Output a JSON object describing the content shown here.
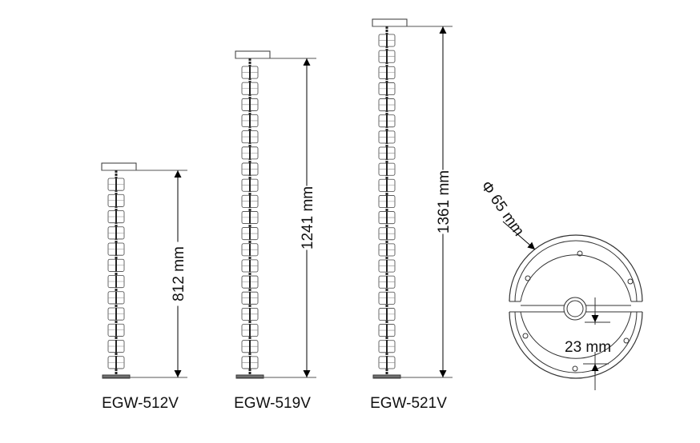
{
  "models": [
    {
      "name": "EGW-512V",
      "height_label": "812 mm",
      "segments": 12
    },
    {
      "name": "EGW-519V",
      "height_label": "1241 mm",
      "segments": 19
    },
    {
      "name": "EGW-521V",
      "height_label": "1361 mm",
      "segments": 21
    }
  ],
  "cross_section": {
    "diameter_label": "Φ 65 mm",
    "inner_label": "23 mm"
  }
}
